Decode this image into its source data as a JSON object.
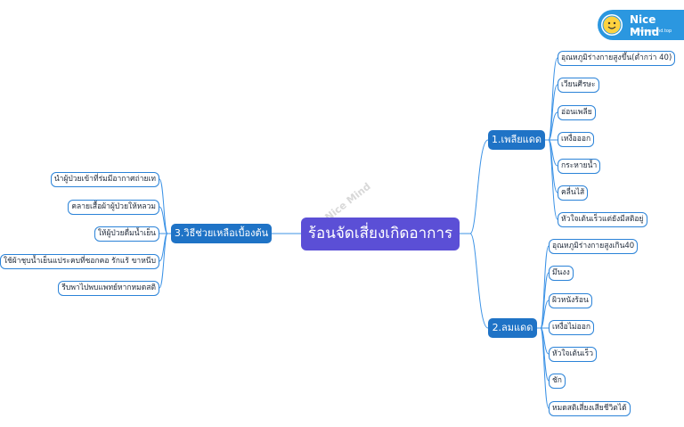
{
  "central": "ร้อนจัดเสี่ยงเกิดอาการ",
  "branches": {
    "heat_exhaustion": {
      "label": "1.เพลียแดด",
      "items": [
        "อุณหภูมิร่างกายสูงขึ้น(ต่ำกว่า 40)",
        "เวียนศีรษะ",
        "อ่อนเพลีย",
        "เหงื่อออก",
        "กระหายน้ำ",
        "คลื่นไส้",
        "หัวใจเต้นเร็วแต่ยังมีสติอยู่"
      ]
    },
    "heat_stroke": {
      "label": "2.ลมแดด",
      "items": [
        "อุณหภูมิร่างกายสูงเกิน40",
        "มึนงง",
        "ผิวหนังร้อน",
        "เหงื่อไม่ออก",
        "หัวใจเต้นเร็ว",
        "ชัก",
        "หมดสติเสี่ยงเสียชีวิตได้"
      ]
    },
    "first_aid": {
      "label": "3.วิธีช่วยเหลือเบื้องต้น",
      "items": [
        "นำผู้ป่วยเข้าที่ร่มมีอากาศถ่ายเท",
        "คลายเสื้อผ้าผู้ป่วยให้หลวม",
        "ให้ผู้ป่วยดื่มน้ำเย็น",
        "ใช้ผ้าชุบน้ำเย็นแประคบที่ซอกคอ รักแร้ ขาหนีบ",
        "รีบพาไปพบแพทย์หากหมดสติ"
      ]
    }
  },
  "logo": {
    "name": "Nice Mind",
    "url": "www.nicemind.top"
  },
  "watermark": "Nice Mind",
  "colors": {
    "central": "#5b4fd6",
    "branch": "#1f73c6",
    "connector": "#3d93e6",
    "leaf_border": "#2b83d8"
  }
}
